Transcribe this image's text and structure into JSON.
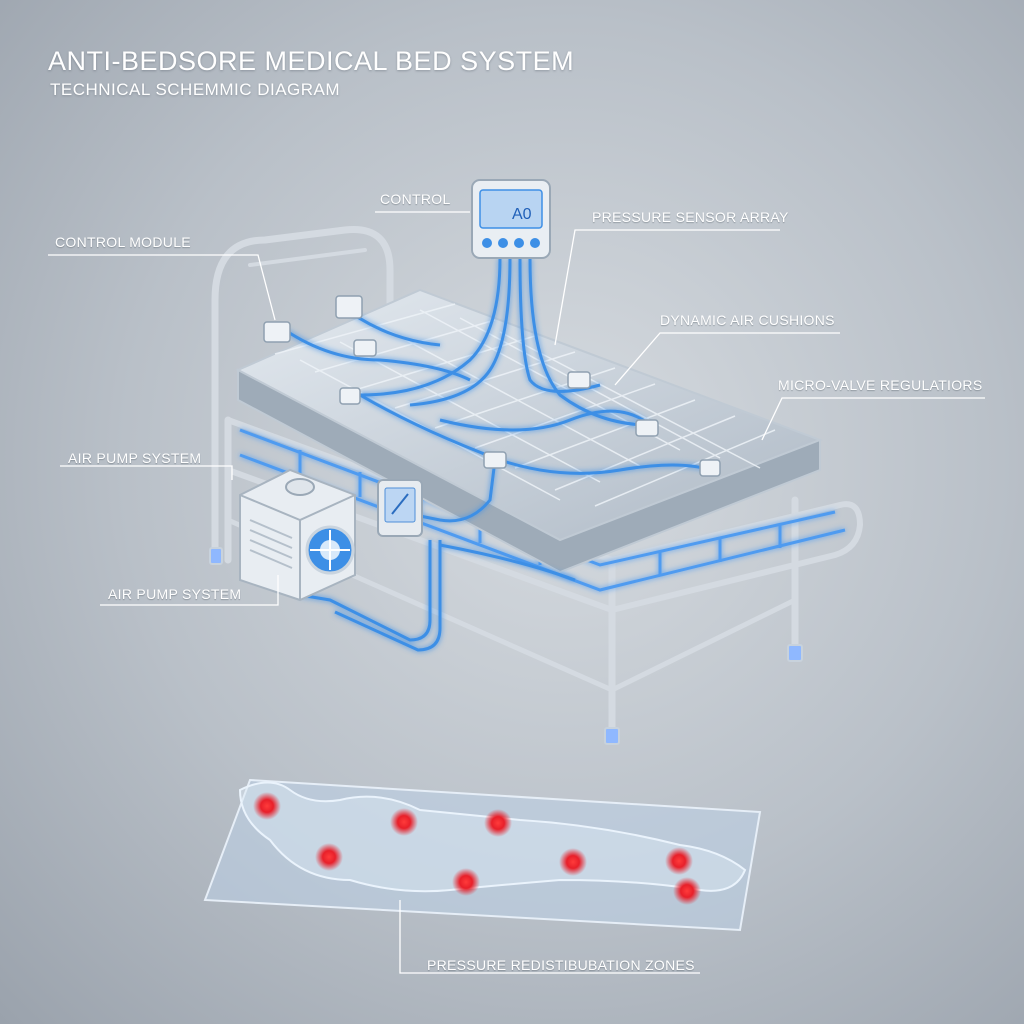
{
  "header": {
    "title": "ANTI-BEDSORE MEDICAL BED SYSTEM",
    "subtitle": "TECHNICAL SCHEMMIC DIAGRAM"
  },
  "labels": {
    "control": "CONTROL",
    "control_module": "CONTROL MODULE",
    "pressure_sensor_array": "PRESSURE SENSOR ARRAY",
    "dynamic_air_cushions": "DYNAMIC AIR CUSHIONS",
    "micro_valve_regulators": "MICRO-VALVE REGULATIORS",
    "air_pump_system_1": "AIR PUMP SYSTEM",
    "air_pump_system_2": "AIR PUMP SYSTEM",
    "pressure_zones": "PRESSURE REDISTIBUBATION ZONES"
  },
  "control_display": {
    "readout": "A0"
  },
  "colors": {
    "accent_blue": "#3d8fe6",
    "glow_blue": "#6fb6ff",
    "frame_steel": "#c9d0d8",
    "pressure_point_red": "#e8202a",
    "label_white": "#ffffff"
  }
}
